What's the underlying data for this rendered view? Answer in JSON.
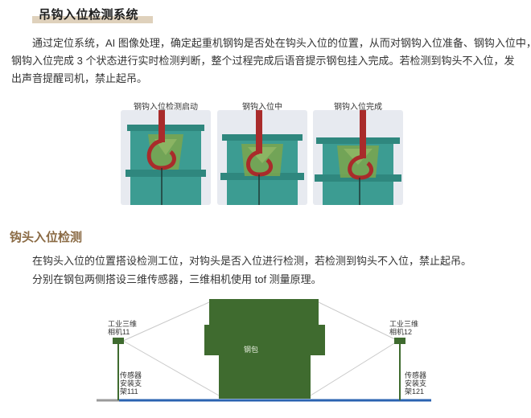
{
  "section1": {
    "title": "吊钩入位检测系统",
    "para_line1": "通过定位系统，AI 图像处理，确定起重机钢钩是否处在钩头入位的位置，从而对钢钩入位准备、钢钩入位中，",
    "para_line2": "钢钩入位完成 3 个状态进行实时检测判断，整个过程完成后语音提示钢包挂入完成。若检测到钩头不入位，发",
    "para_line3": "出声音提醒司机，禁止起吊。",
    "images": [
      {
        "caption": "钢钩入位检测启动"
      },
      {
        "caption": "钢钩入位中"
      },
      {
        "caption": "钢钩入位完成"
      }
    ]
  },
  "section2": {
    "title": "钩头入位检测",
    "para_line1": "在钩头入位的位置搭设检测工位，对钩头是否入位进行检测，若检测到钩头不入位，禁止起吊。",
    "para_line2": "分别在钢包两侧搭设三维传感器，三维相机使用 tof 测量原理。",
    "diagram": {
      "ladle_label": "钢包",
      "camera_left": [
        "工业三维",
        "相机11"
      ],
      "camera_right": [
        "工业三维",
        "相机12"
      ],
      "support_left": [
        "传感器",
        "安装支",
        "架111"
      ],
      "support_right": [
        "传感器",
        "安装支",
        "架121"
      ]
    }
  },
  "colors": {
    "ladle_teal": "#3c9c92",
    "hook_red": "#a92b2b",
    "ladle_green": "#3f6b2f",
    "ground_blue": "#2a63b0",
    "heading_brown": "#8a6a44"
  }
}
